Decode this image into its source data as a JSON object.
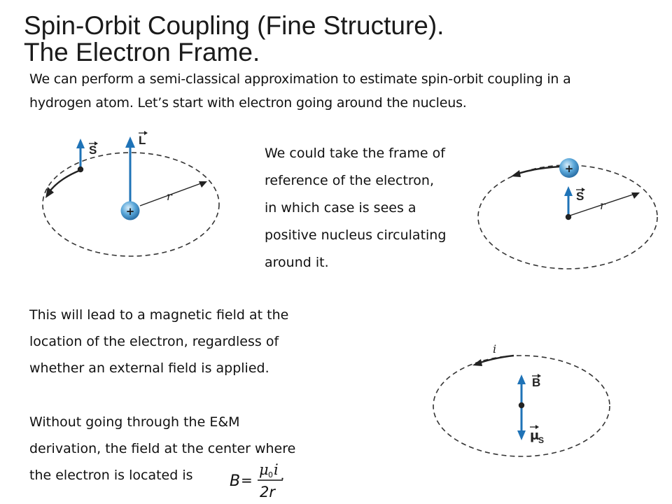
{
  "title": {
    "line1": "Spin-Orbit Coupling (Fine Structure).",
    "line2": "The Electron Frame."
  },
  "intro": {
    "line1": "We can perform a semi-classical approximation to estimate spin-orbit coupling in a",
    "line2": "hydrogen atom.  Let’s start with electron going around the nucleus."
  },
  "frame_text": {
    "lines": [
      "We could take the frame of",
      "reference of the electron,",
      "in which case is sees a",
      "positive nucleus circulating",
      "around it."
    ]
  },
  "field_text": {
    "lines": [
      "This will lead to a magnetic field at the",
      "location of the electron, regardless of",
      "whether an external field is applied."
    ]
  },
  "derivation_text": {
    "line1": "Without going through the E&M",
    "line2": "derivation, the field at the center where",
    "line3": "the electron is located is",
    "period": "."
  },
  "formula": {
    "lhs": "B",
    "equals": "=",
    "numerator_mu": "μ",
    "numerator_sub": "0",
    "numerator_i": "i",
    "denominator": "2r"
  },
  "figure_nucleus_frame": {
    "spin_label": "S",
    "angular_momentum_label": "L",
    "radius_label": "r",
    "charge_label": "+"
  },
  "figure_electron_frame": {
    "spin_label": "S",
    "radius_label": "r",
    "charge_label": "+"
  },
  "figure_field": {
    "current_label": "i",
    "field_label": "B",
    "moment_label": "μ",
    "moment_sub": "S"
  },
  "colors": {
    "arrow_blue": "#1f73b7",
    "orbit_gray": "#333333",
    "nucleus_blue": "#5aa7d9"
  }
}
